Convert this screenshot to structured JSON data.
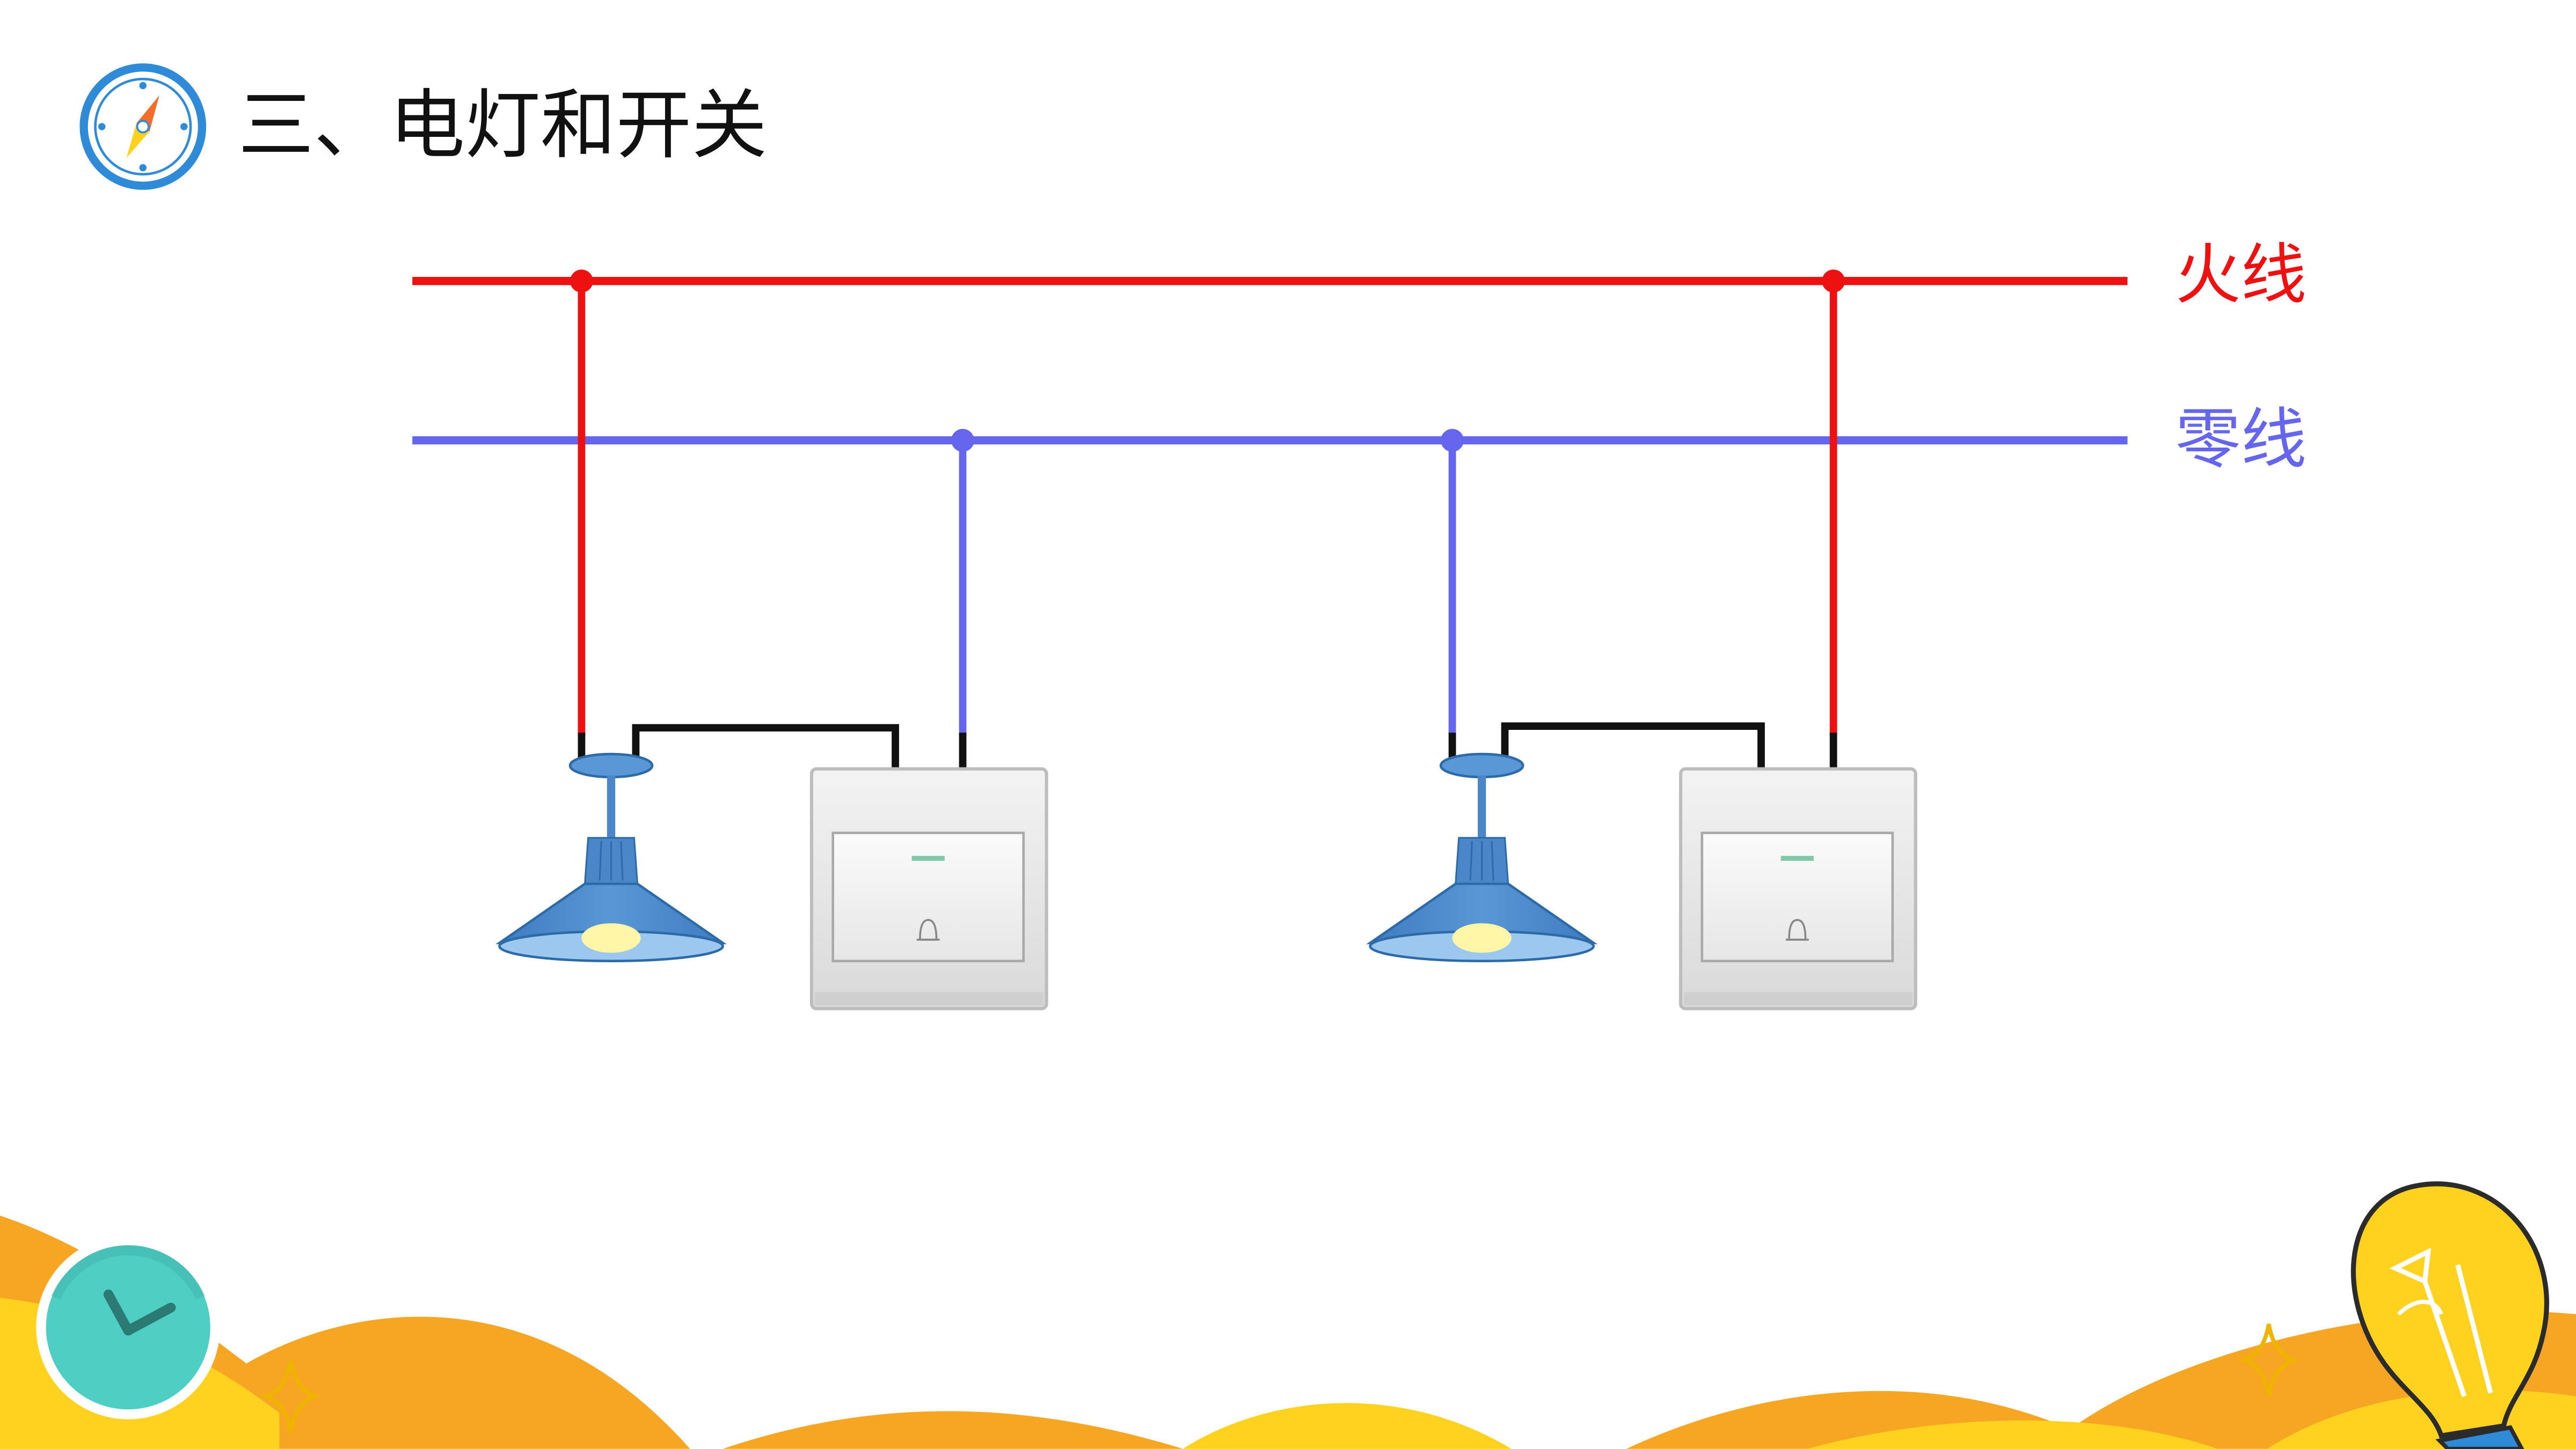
{
  "slide": {
    "title": "三、电灯和开关"
  },
  "diagram": {
    "live_wire_label": "火线",
    "neutral_wire_label": "零线"
  },
  "colors": {
    "live": "#ee1111",
    "neutral": "#6565ee",
    "switch_wire": "#111111",
    "lamp_shade": "#4a86c8",
    "bulb": "#fff6a8",
    "accent_orange": "#f6a623",
    "accent_yellow": "#ffd21f",
    "clock_teal": "#4fcfc4",
    "compass_blue": "#2f8bd8"
  },
  "icons": {
    "title_icon": "compass-icon",
    "corner_left": "clock-icon",
    "corner_right": "lightbulb-icon",
    "lamp": "pendant-lamp-icon",
    "switch": "wall-switch-icon"
  }
}
